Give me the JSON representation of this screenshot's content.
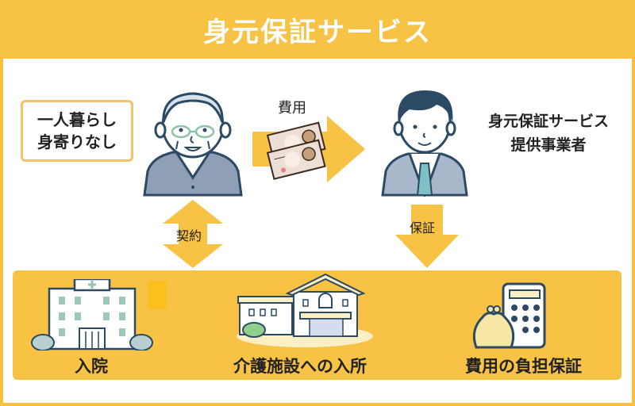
{
  "title": "身元保証サービス",
  "user_box": {
    "line1": "一人暮らし",
    "line2": "身寄りなし"
  },
  "provider": {
    "line1": "身元保証サービス",
    "line2": "提供事業者"
  },
  "arrows": {
    "fee": "費用",
    "contract": "契約",
    "guarantee": "保証"
  },
  "services": [
    {
      "label": "入院",
      "icon": "hospital-icon"
    },
    {
      "label": "介護施設への入所",
      "icon": "care-facility-icon"
    },
    {
      "label": "費用の負担保証",
      "icon": "wallet-calculator-icon"
    }
  ],
  "colors": {
    "accent": "#f8c244",
    "border": "#f3c46a",
    "text": "#222222",
    "navy": "#2c4a63",
    "suit_gray": "#8e9fb6"
  }
}
